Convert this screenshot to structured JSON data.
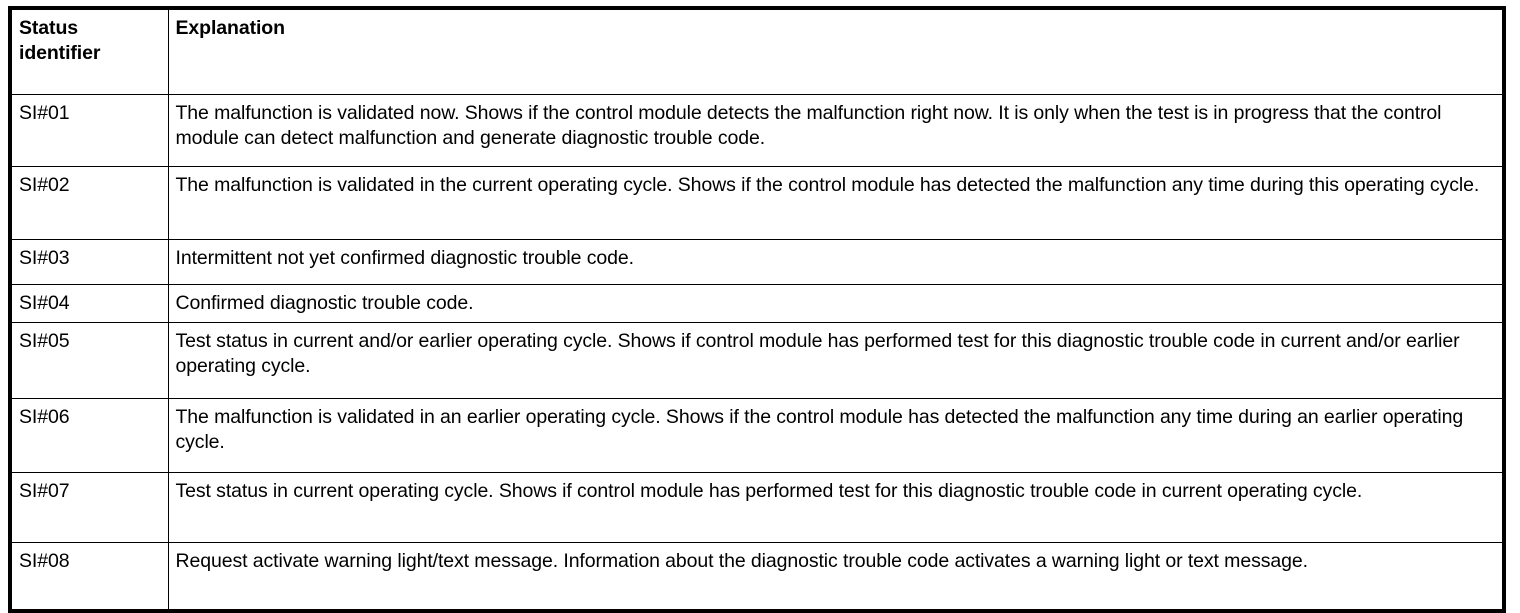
{
  "table": {
    "columns": [
      {
        "key": "status_identifier",
        "header": "Status identifier"
      },
      {
        "key": "explanation",
        "header": "Explanation"
      }
    ],
    "header": {
      "status_identifier": "Status identifier",
      "explanation": "Explanation"
    },
    "rows": [
      {
        "status_identifier": "SI#01",
        "explanation": "The malfunction is validated now. Shows if the control module detects the malfunction right now. It is only when the test is in progress that the control module can detect malfunction and generate diagnostic trouble code."
      },
      {
        "status_identifier": "SI#02",
        "explanation": "The malfunction is validated in the current operating cycle. Shows if the control module has detected the malfunction any time during this operating cycle."
      },
      {
        "status_identifier": "SI#03",
        "explanation": "Intermittent not yet confirmed diagnostic trouble code."
      },
      {
        "status_identifier": "SI#04",
        "explanation": "Confirmed diagnostic trouble code."
      },
      {
        "status_identifier": "SI#05",
        "explanation": "Test status in current and/or earlier operating cycle. Shows if control module has performed test for this diagnostic trouble code in current and/or earlier operating cycle."
      },
      {
        "status_identifier": "SI#06",
        "explanation": "The malfunction is validated in an earlier operating cycle. Shows if the control module has detected the malfunction any time during an earlier operating cycle."
      },
      {
        "status_identifier": "SI#07",
        "explanation": "Test status in current operating cycle. Shows if control module has performed test for this diagnostic trouble code in current operating cycle."
      },
      {
        "status_identifier": "SI#08",
        "explanation": "Request activate warning light/text message. Information about the diagnostic trouble code activates a warning light or text message."
      }
    ]
  },
  "colors": {
    "border": "#000000",
    "background": "#ffffff",
    "text": "#000000"
  }
}
